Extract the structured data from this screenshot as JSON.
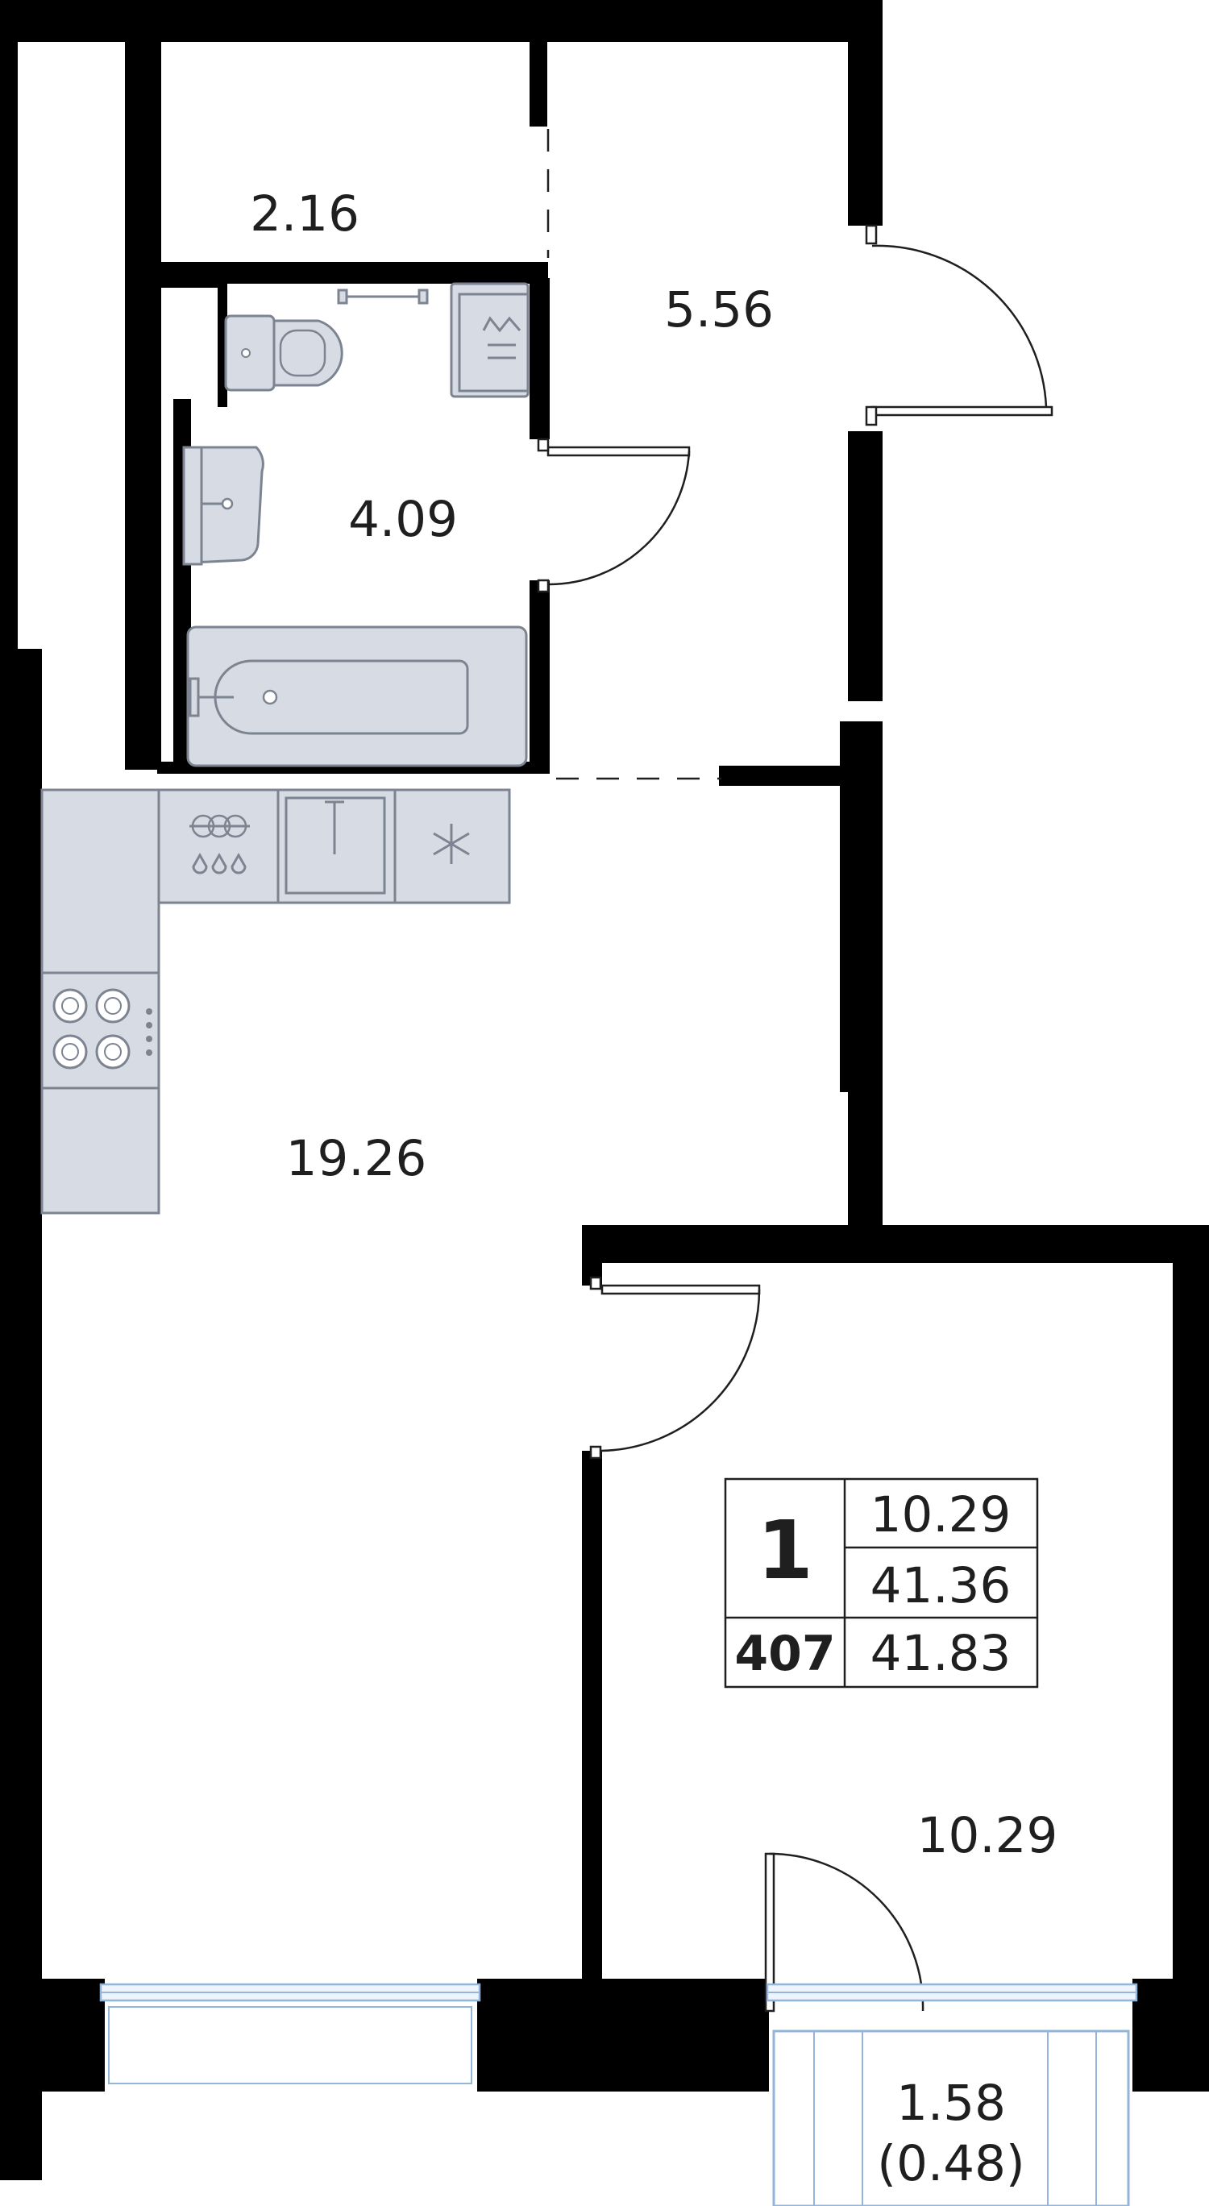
{
  "rooms": {
    "storage": "2.16",
    "hall": "5.56",
    "bathroom": "4.09",
    "kitchen_living": "19.26",
    "bedroom": "10.29",
    "balcony": "1.58",
    "balcony_reduced": "(0.48)"
  },
  "summary": {
    "rooms_count": "1",
    "apartment_number": "407",
    "living_area": "10.29",
    "total_area": "41.36",
    "total_with_balcony": "41.83"
  },
  "colors": {
    "wall": "#000000",
    "fixture_fill": "#d7dbe3",
    "fixture_stroke": "#7d8491",
    "window": "#93b4db"
  }
}
